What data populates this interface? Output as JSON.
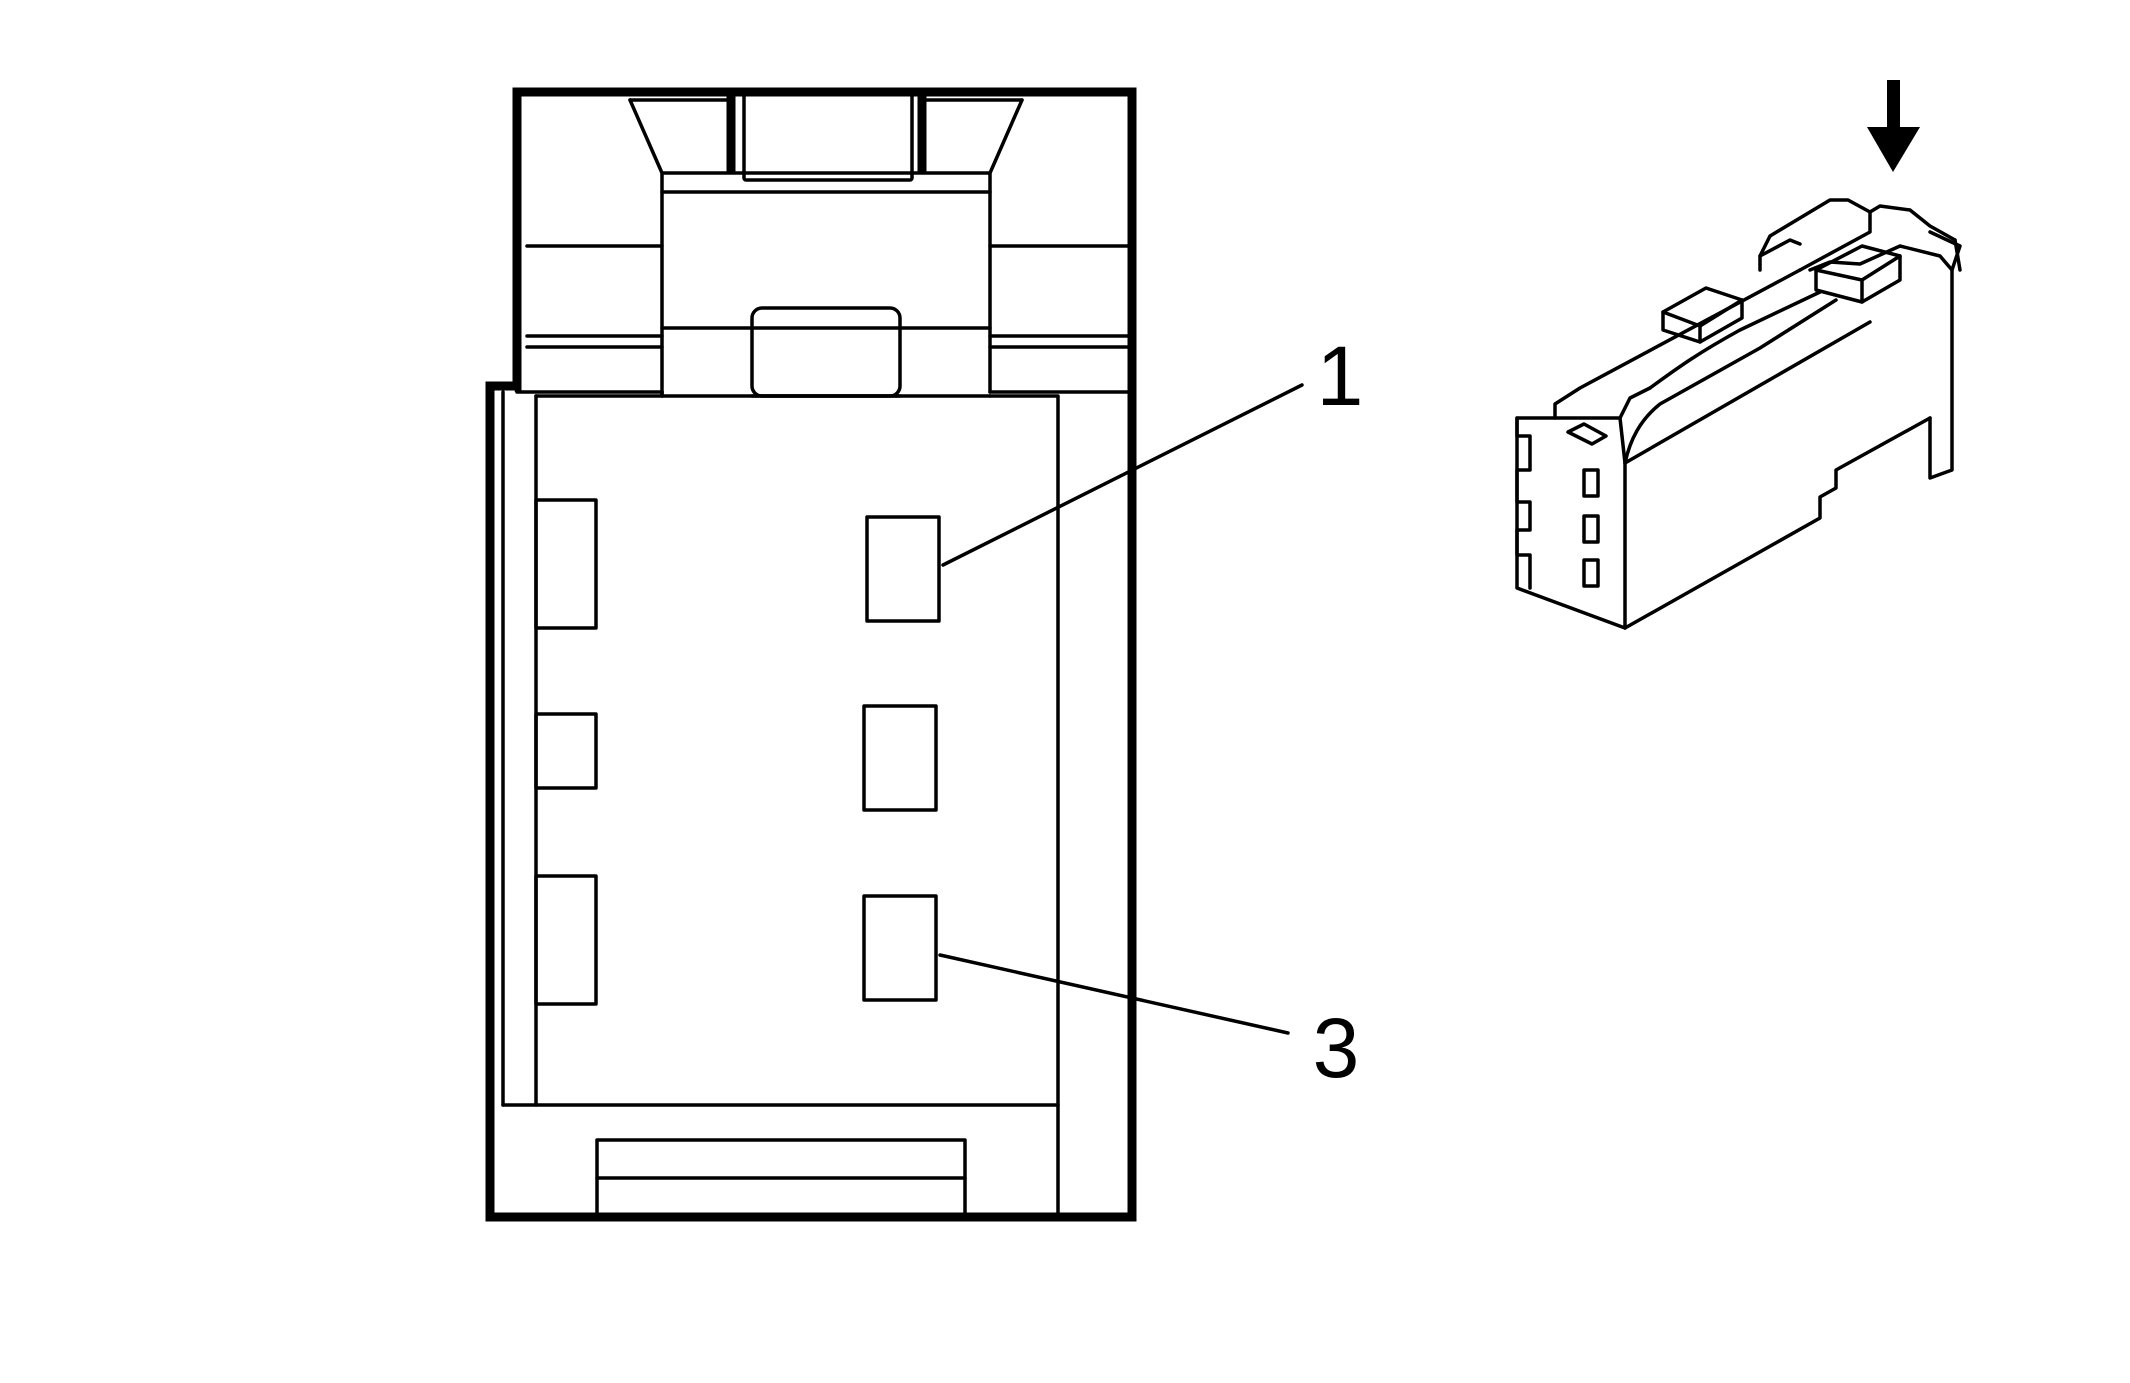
{
  "diagram": {
    "stroke_color": "#000000",
    "background_color": "#ffffff",
    "callouts": [
      {
        "id": "pin-1",
        "label": "1"
      },
      {
        "id": "pin-3",
        "label": "3"
      }
    ],
    "connector_terminal_count": 3,
    "view_arrow_icon": "down-arrow-icon"
  }
}
